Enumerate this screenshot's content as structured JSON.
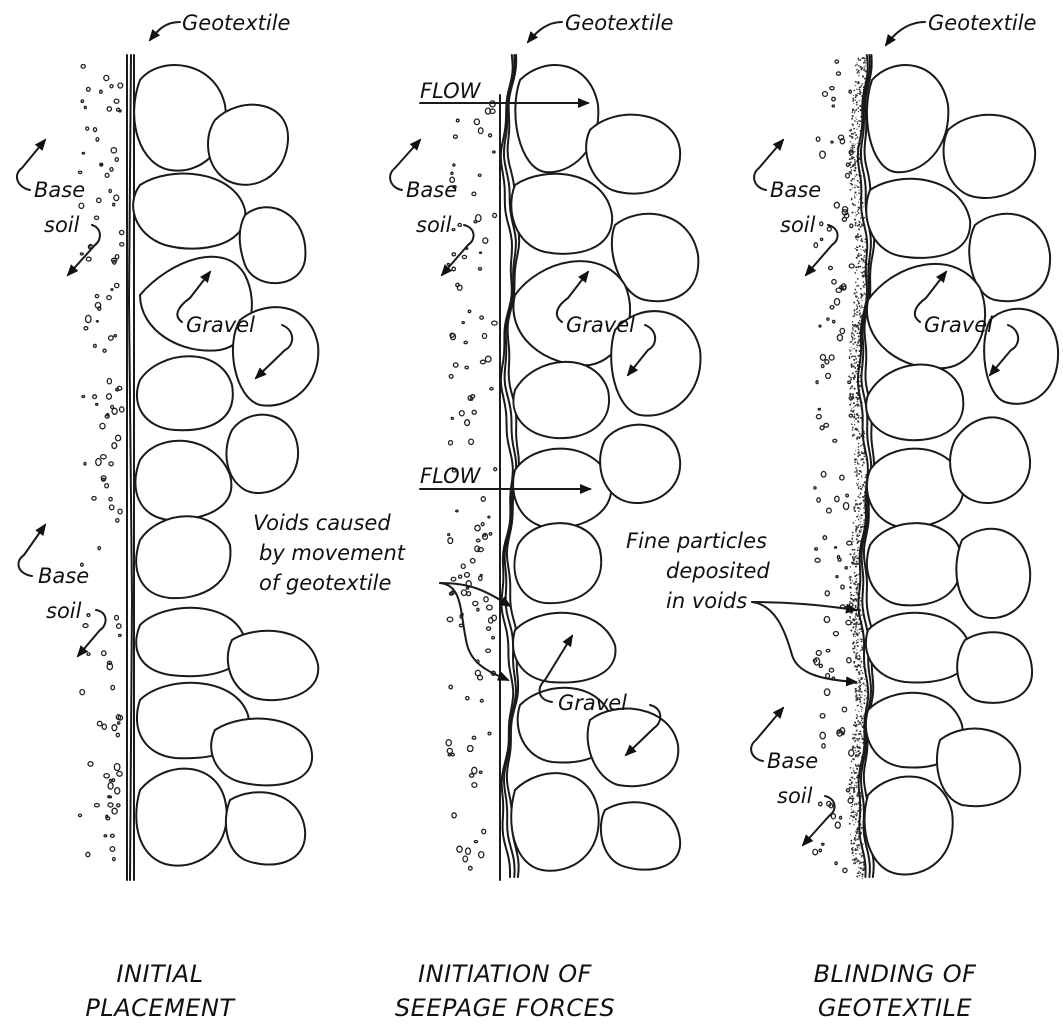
{
  "panels": [
    {
      "id": "initial",
      "caption": [
        "INITIAL",
        "PLACEMENT"
      ],
      "labels": {
        "geotextile": "Geotextile",
        "base_soil_top": [
          "Base",
          "soil"
        ],
        "base_soil_bottom": [
          "Base",
          "soil"
        ],
        "gravel": "Gravel"
      }
    },
    {
      "id": "seepage",
      "caption": [
        "INITIATION OF",
        "SEEPAGE FORCES"
      ],
      "labels": {
        "geotextile": "Geotextile",
        "flow_top": "FLOW",
        "flow_bottom": "FLOW",
        "base_soil": [
          "Base",
          "soil"
        ],
        "gravel_top": "Gravel",
        "gravel_bottom": "Gravel",
        "voids": [
          "Voids caused",
          "by movement",
          "of geotextile"
        ]
      }
    },
    {
      "id": "blinding",
      "caption": [
        "BLINDING OF",
        "GEOTEXTILE"
      ],
      "labels": {
        "geotextile": "Geotextile",
        "base_soil_top": [
          "Base",
          "soil"
        ],
        "base_soil_bottom": [
          "Base",
          "soil"
        ],
        "gravel": "Gravel",
        "fine": [
          "Fine particles",
          "deposited",
          "in voids"
        ]
      }
    }
  ],
  "colors": {
    "ink": "#1a1a1a",
    "background": "#ffffff"
  }
}
